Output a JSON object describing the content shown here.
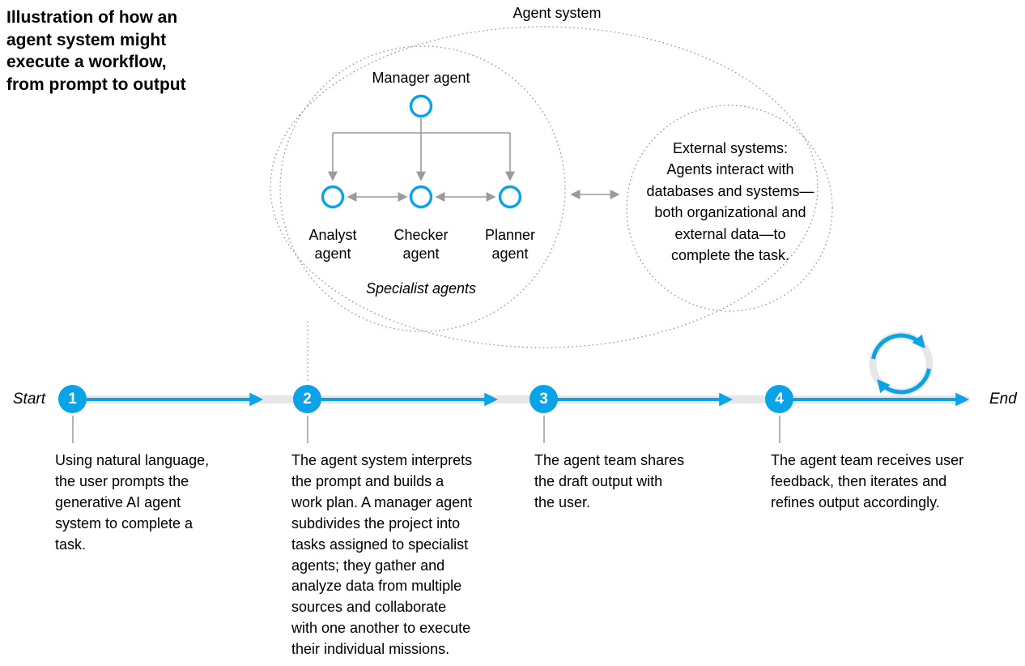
{
  "title": "Illustration of how an\nagent system might\nexecute a workflow,\nfrom prompt to output",
  "agent_system": {
    "label": "Agent system",
    "manager_label": "Manager agent",
    "specialists": [
      {
        "label": "Analyst agent"
      },
      {
        "label": "Checker agent"
      },
      {
        "label": "Planner agent"
      }
    ],
    "specialists_caption": "Specialist agents",
    "external_text": "External systems:\nAgents interact with\ndatabases and systems—\nboth organizational and\nexternal data—to\ncomplete the task."
  },
  "timeline": {
    "start_label": "Start",
    "end_label": "End",
    "steps": [
      {
        "number": "1",
        "description": "Using natural language,\nthe user prompts the\ngenerative AI agent\nsystem to complete a\ntask."
      },
      {
        "number": "2",
        "description": "The agent system interprets\nthe prompt and builds a\nwork plan. A manager agent\nsubdivides the project into\ntasks assigned to specialist\nagents; they gather and\nanalyze data from multiple\nsources and collaborate\nwith one another to execute\ntheir individual missions."
      },
      {
        "number": "3",
        "description": "The agent team shares\nthe draft output with\nthe user."
      },
      {
        "number": "4",
        "description": "The agent team receives user\nfeedback, then iterates and\nrefines output accordingly."
      }
    ]
  },
  "icons": {
    "agent_icon": "blue-ring-circle",
    "loop_icon": "iteration-cycle-arrows",
    "hierarchy_arrows": "down-arrows",
    "collaboration_arrows": "double-headed-arrows"
  },
  "colors": {
    "accent_blue": "#0ba3e8",
    "arrow_gray": "#9b9b9b",
    "track_gray": "#e7e7e7",
    "text": "#000000",
    "background": "#ffffff"
  }
}
